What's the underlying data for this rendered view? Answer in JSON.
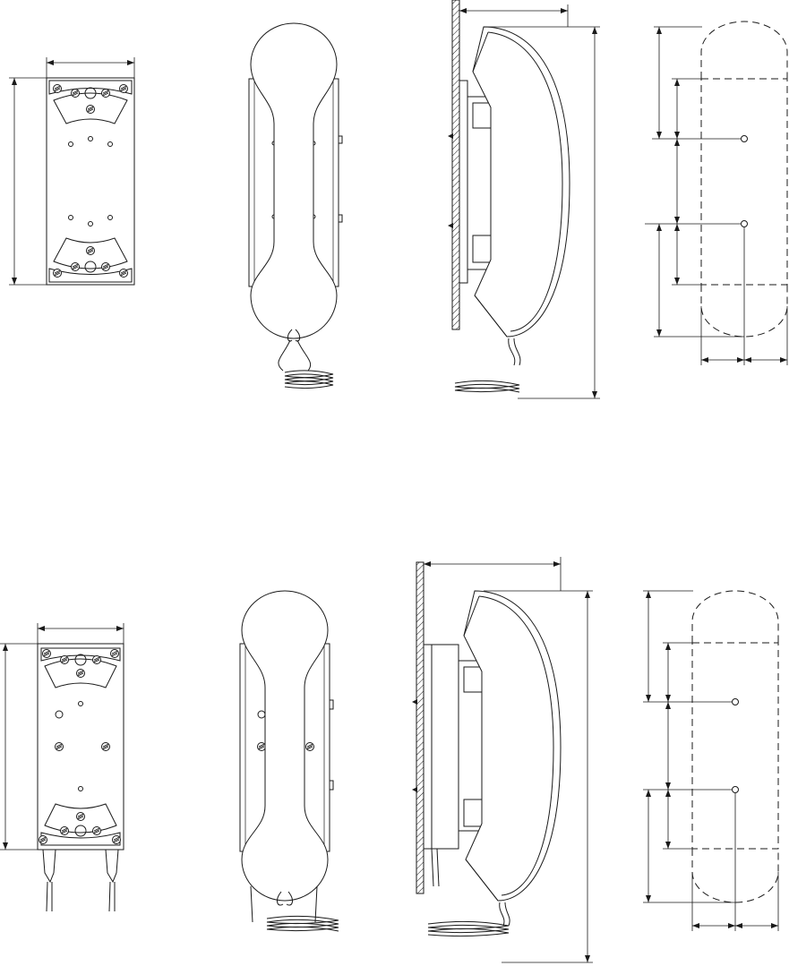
{
  "drawing": {
    "rows": [
      {
        "id": "model-a",
        "views": [
          "front-plate-view",
          "front-handset-view",
          "side-view",
          "mounting-hole-layout"
        ]
      },
      {
        "id": "model-b",
        "views": [
          "front-plate-view",
          "front-handset-view",
          "side-view",
          "mounting-hole-layout"
        ]
      }
    ],
    "colors": {
      "line": "#1a1a1a",
      "background": "#ffffff",
      "wall_hatch": "#1a1a1a"
    }
  }
}
